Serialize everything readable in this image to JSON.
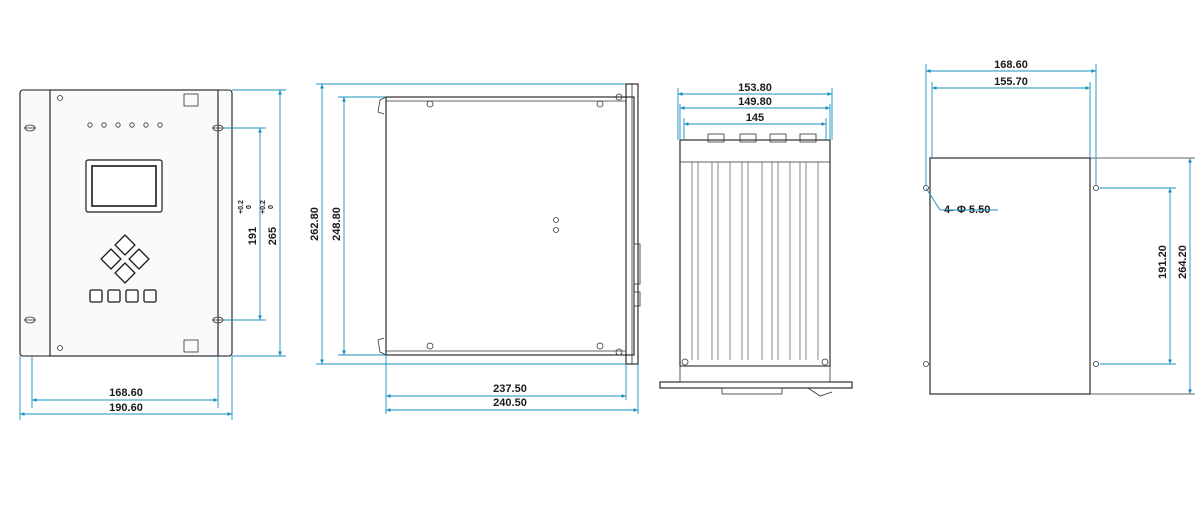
{
  "front_view": {
    "height_inner": "191",
    "height_inner_tol_upper": "+0.2",
    "height_inner_tol_lower": "0",
    "height_outer": "265",
    "height_outer_tol_upper": "+0.2",
    "height_outer_tol_lower": "0",
    "width_inner": "168.60",
    "width_outer": "190.60"
  },
  "side_view": {
    "height_outer": "262.80",
    "height_inner": "248.80",
    "depth_inner": "237.50",
    "depth_outer": "240.50"
  },
  "top_view": {
    "width_outer": "153.80",
    "width_mid": "149.80",
    "width_inner": "145"
  },
  "cutout_view": {
    "width_outer": "168.60",
    "width_inner": "155.70",
    "hole_label": "4- Φ 5.50",
    "hole_spacing": "191.20",
    "height": "264.20"
  }
}
